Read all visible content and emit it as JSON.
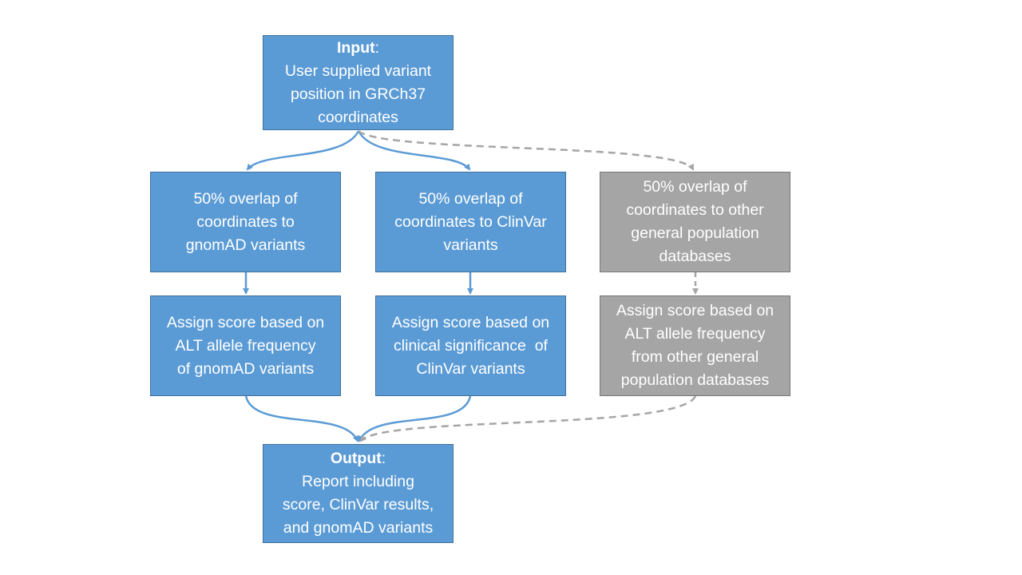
{
  "colors": {
    "primary_fill": "#5b9bd5",
    "primary_border": "#41719c",
    "secondary_fill": "#a5a5a5",
    "secondary_border": "#787878",
    "text": "#ffffff"
  },
  "boxes": {
    "input": {
      "heading": "Input",
      "lines": [
        "User supplied variant",
        "position in GRCh37",
        "coordinates"
      ]
    },
    "gnomad_overlap": {
      "lines": [
        "50% overlap of",
        "coordinates to",
        "gnomAD variants"
      ]
    },
    "clinvar_overlap": {
      "lines": [
        "50% overlap of",
        "coordinates to ClinVar",
        "variants"
      ]
    },
    "other_overlap": {
      "lines": [
        "50% overlap of",
        "coordinates to other",
        "general population",
        "databases"
      ]
    },
    "gnomad_score": {
      "lines": [
        "Assign score based on",
        "ALT allele frequency",
        "of gnomAD variants"
      ]
    },
    "clinvar_score": {
      "lines": [
        "Assign score based on",
        "clinical significance  of",
        "ClinVar variants"
      ]
    },
    "other_score": {
      "lines": [
        "Assign score based on",
        "ALT allele frequency",
        "from other general",
        "population databases"
      ]
    },
    "output": {
      "heading": "Output",
      "lines": [
        "Report including",
        "score, ClinVar results,",
        "and gnomAD variants"
      ]
    }
  }
}
